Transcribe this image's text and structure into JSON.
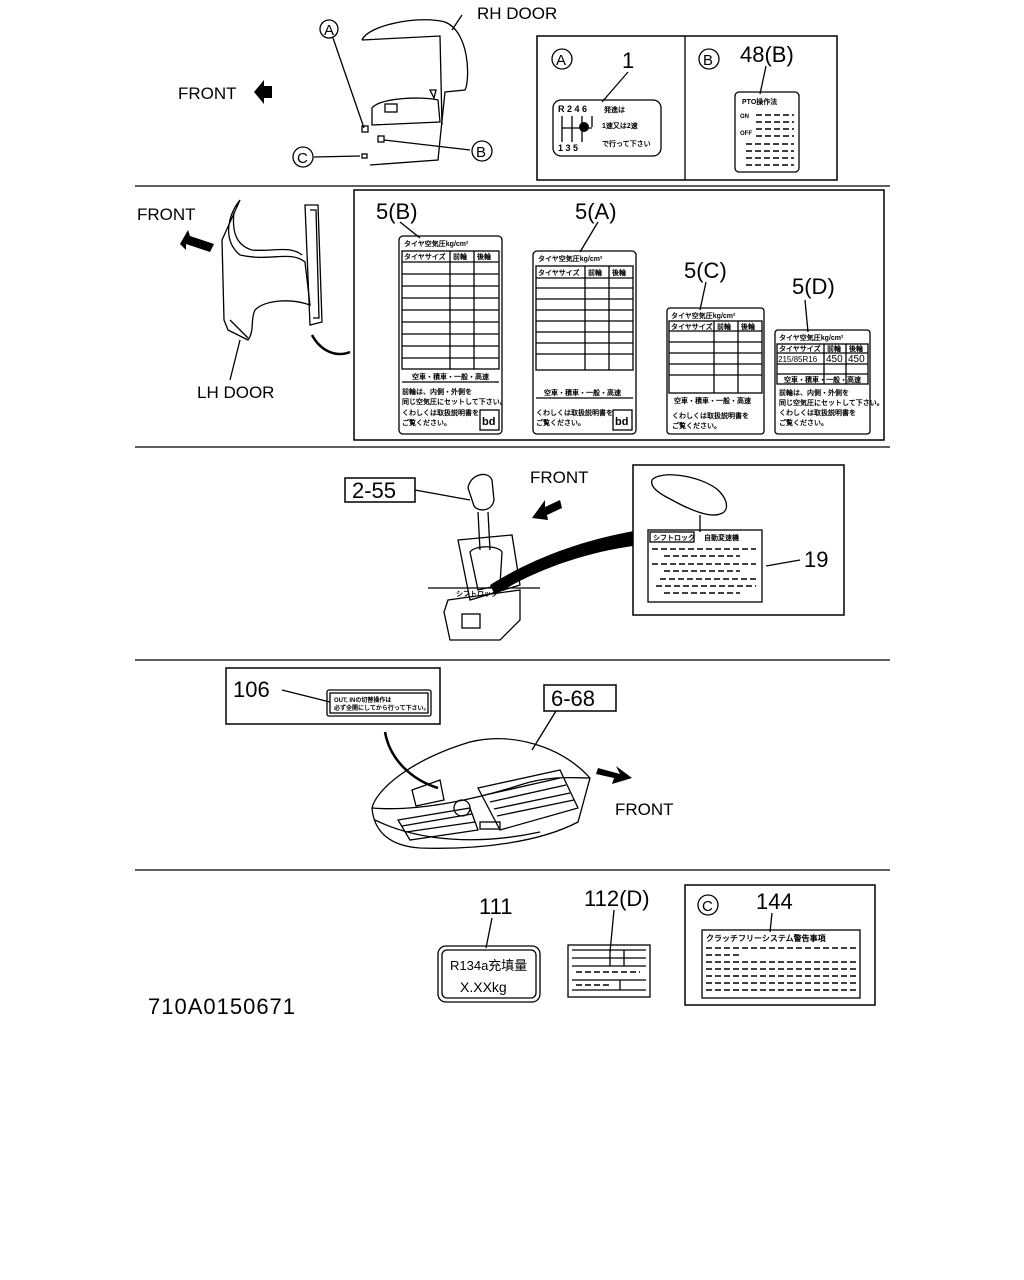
{
  "section1": {
    "rh_door_label": "RH DOOR",
    "front_label": "FRONT",
    "callout_a": "A",
    "callout_b": "B",
    "callout_c": "C",
    "part_1": "1",
    "part_48b": "48(B)",
    "shift_label": {
      "row1": "R 2 4 6",
      "row2": "1 3 5",
      "jp1": "発進は",
      "jp2": "1速又は2速",
      "jp3": "で行って下さい"
    },
    "pto_label": {
      "title": "PTO操作法",
      "on": "ON",
      "off": "OFF"
    }
  },
  "section2": {
    "front_label": "FRONT",
    "lh_door_label": "LH DOOR",
    "parts": [
      "5(B)",
      "5(A)",
      "5(C)",
      "5(D)"
    ],
    "tire_title": "タイヤ空気圧kg/cm²",
    "tire_header": [
      "タイヤサイズ",
      "前輪",
      "後輪"
    ],
    "tire_d_row": [
      "215/85R16",
      "450",
      "450"
    ],
    "tire_mode_line": "空車・積車・一般・高速",
    "tire_note1": "前輪は、内側・外側を",
    "tire_note2": "同じ空気圧にセットして下さい。",
    "tire_note3": "くわしくは取扱説明書を",
    "tire_note4": "ご覧ください。",
    "bd_mark": "bd"
  },
  "section3": {
    "part_2_55": "2-55",
    "front_label": "FRONT",
    "part_19": "19",
    "shiftlock_title": "シフトロック",
    "shiftlock_sub": "自動変速機",
    "shiftlock_lever_tag": "シフトロック"
  },
  "section4": {
    "part_106": "106",
    "part_6_68": "6-68",
    "front_label": "FRONT",
    "label_106_line1": "OUT, INの切替操作は",
    "label_106_line2": "必ず全開にしてから行って下さい。"
  },
  "section5": {
    "part_111": "111",
    "part_112d": "112(D)",
    "callout_c": "C",
    "part_144": "144",
    "r134_line1": "R134a充填量",
    "r134_line2": "X.XXkg",
    "label_144_title": "クラッチフリーシステム警告事項"
  },
  "document_id": "710A0150671"
}
